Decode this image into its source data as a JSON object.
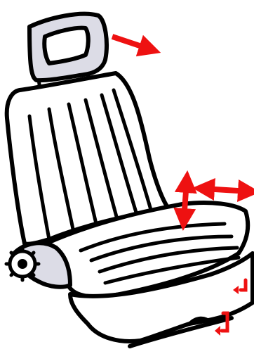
{
  "diagram": {
    "subject": "car-seat-adjustment",
    "colors": {
      "outline": "#000000",
      "seat_fill": "#ffffff",
      "panel_fill": "#dcdce6",
      "arrow": "#ee1111",
      "background": "#ffffff"
    },
    "arrows": [
      {
        "id": "headrest-tilt",
        "icon": "single-headed-arrow"
      },
      {
        "id": "seat-height",
        "icon": "double-headed-arrow-vertical"
      },
      {
        "id": "seat-fore-aft",
        "icon": "double-headed-arrow-horizontal"
      },
      {
        "id": "rear-edge",
        "icon": "hook-arrow"
      },
      {
        "id": "front-lever",
        "icon": "hook-arrow"
      }
    ]
  }
}
